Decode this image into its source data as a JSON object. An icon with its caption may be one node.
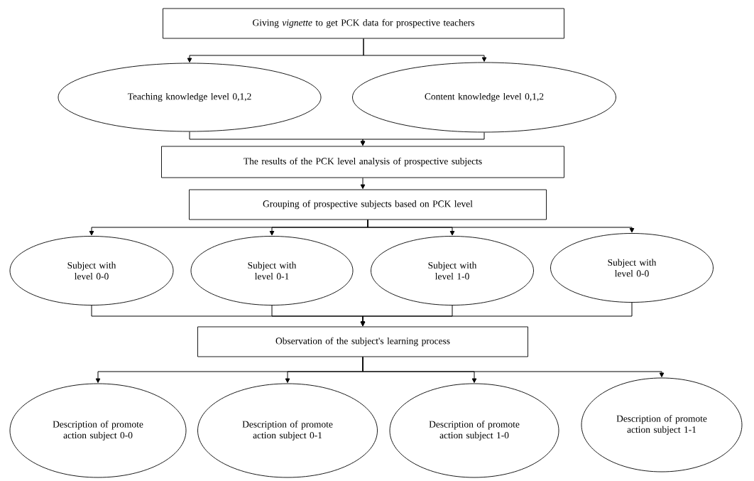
{
  "diagram": {
    "nodes": [
      {
        "text": [
          "Giving *vignette* to get PCK data for prospective teachers"
        ]
      },
      {
        "text": [
          "Teaching knowledge level 0,1,2"
        ]
      },
      {
        "text": [
          "Content knowledge level 0,1,2"
        ]
      },
      {
        "text": [
          "The results of the PCK level analysis of prospective subjects"
        ]
      },
      {
        "text": [
          "Grouping of prospective subjects based on PCK level"
        ]
      },
      {
        "text": [
          "Subject with level 0-0"
        ]
      },
      {
        "text": [
          "Subject with level 0-1"
        ]
      },
      {
        "text": [
          "Subject with level 1-0"
        ]
      },
      {
        "text": [
          "Subject with level 0-0"
        ]
      },
      {
        "text": [
          "Observation of the subject's learning process"
        ]
      },
      {
        "text": [
          "Description of promote action subject 0-0"
        ]
      },
      {
        "text": [
          "Description of promote action subject 0-1"
        ]
      },
      {
        "text": [
          "Description of promote action subject 1-0"
        ]
      },
      {
        "text": [
          "Description of promote action subject 1-1"
        ]
      }
    ],
    "edges": [
      {
        "from": 0,
        "to": 1,
        "arrow": "to"
      },
      {
        "from": 0,
        "to": 2,
        "arrow": "to"
      },
      {
        "from": 1,
        "to": 3,
        "arrow": "to"
      },
      {
        "from": 2,
        "to": 3,
        "arrow": "to"
      },
      {
        "from": 3,
        "to": 4,
        "arrow": "to"
      },
      {
        "from": 4,
        "to": 5,
        "arrow": "to"
      },
      {
        "from": 4,
        "to": 6,
        "arrow": "to"
      },
      {
        "from": 4,
        "to": 7,
        "arrow": "to"
      },
      {
        "from": 4,
        "to": 8,
        "arrow": "to"
      },
      {
        "from": 5,
        "to": 9,
        "arrow": "to"
      },
      {
        "from": 6,
        "to": 9,
        "arrow": "to"
      },
      {
        "from": 7,
        "to": 9,
        "arrow": "to"
      },
      {
        "from": 8,
        "to": 9,
        "arrow": "to"
      },
      {
        "from": 9,
        "to": 10,
        "arrow": "to"
      },
      {
        "from": 9,
        "to": 11,
        "arrow": "to"
      },
      {
        "from": 9,
        "to": 12,
        "arrow": "to"
      },
      {
        "from": 9,
        "to": 13,
        "arrow": "to"
      }
    ]
  }
}
